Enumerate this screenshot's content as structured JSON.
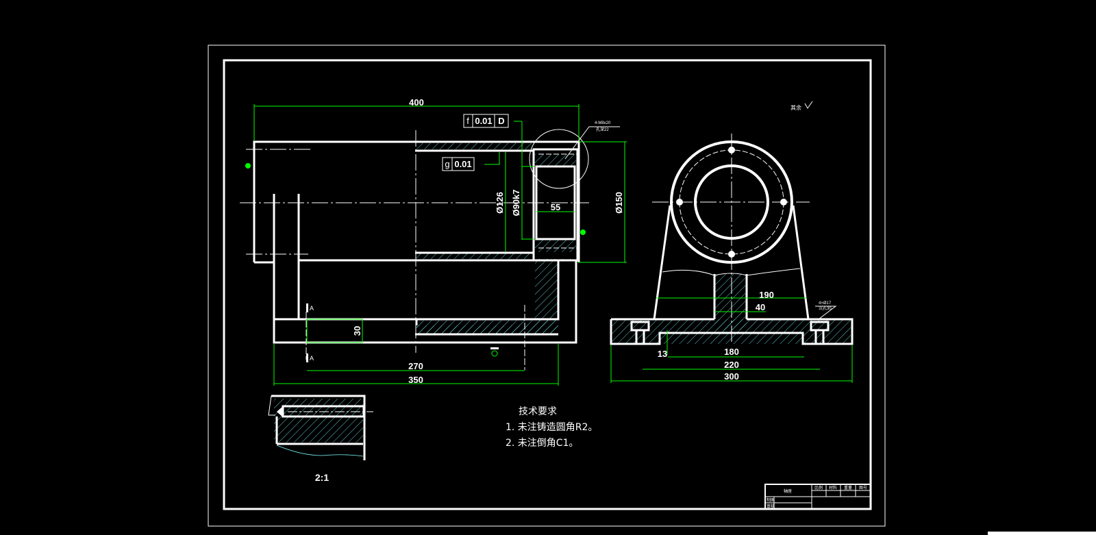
{
  "drawing": {
    "colors": {
      "background": "#000000",
      "outline": "#ffffff",
      "dimension": "#00ff00",
      "hatch": "#7fffff"
    },
    "front_view": {
      "dims": {
        "overall_length": "400",
        "bore_dia": "Ø126",
        "bearing_dia": "Ø90k7",
        "bearing_width": "55",
        "outer_dia": "Ø150",
        "base_thickness": "30",
        "base_inner": "270",
        "base_overall": "350"
      },
      "tolerances": {
        "runout": {
          "symbol": "f",
          "value": "0.01",
          "datum": "D"
        },
        "cylindricity": {
          "symbol": "g",
          "value": "0.01"
        }
      },
      "section_markers": {
        "top": "A",
        "bottom": "A"
      },
      "hole_note": {
        "line1": "4-M8x20",
        "line2": "孔深22"
      }
    },
    "side_view": {
      "dims": {
        "support_width": "190",
        "rib": "40",
        "slot_height": "13",
        "slot_width": "180",
        "hole_spacing": "220",
        "overall_width": "300"
      },
      "hole_note": {
        "line1": "4×Ø17",
        "line2": "沉孔30"
      }
    },
    "detail_view": {
      "scale": "2:1"
    },
    "surface_note": "其余",
    "requirements": {
      "title": "技术要求",
      "items": [
        "1. 未注铸造圆角R2。",
        "2. 未注倒角C1。"
      ]
    },
    "title_block": {
      "material": "轴座",
      "headers": [
        "比例",
        "材料",
        "重量",
        "图号"
      ],
      "row_labels": [
        "制图",
        "审核"
      ]
    }
  }
}
